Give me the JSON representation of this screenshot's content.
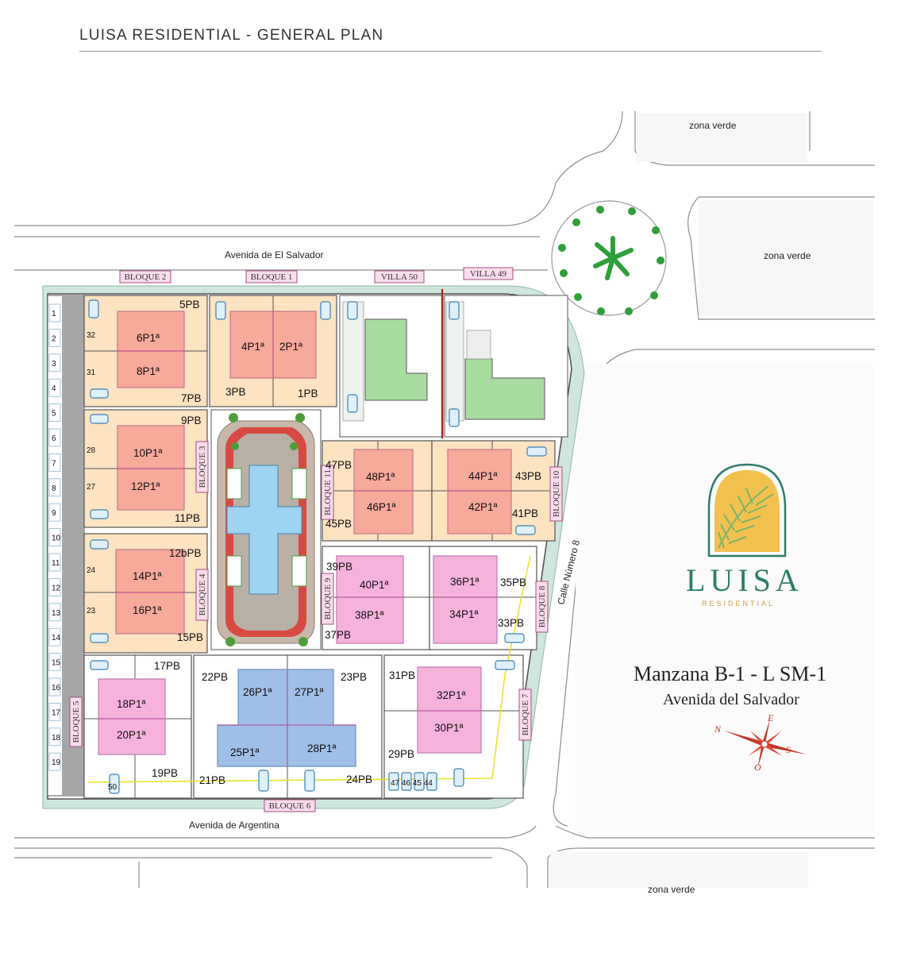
{
  "header": {
    "title": "LUISA RESIDENTIAL - GENERAL PLAN"
  },
  "streets": {
    "top": "Avenida   de   El Salvador",
    "bottom": "Avenida   de   Argentina",
    "right": "Calle  Número  8"
  },
  "zones": {
    "top": "zona verde",
    "right": "zona verde",
    "bottom": "zona verde"
  },
  "blocks": {
    "b1": "BLOQUE 1",
    "b2": "BLOQUE 2",
    "b3": "BLOQUE 3",
    "b4": "BLOQUE 4",
    "b5": "BLOQUE 5",
    "b6": "BLOQUE 6",
    "b7": "BLOQUE 7",
    "b8": "BLOQUE 8",
    "b9": "BLOQUE 9",
    "b10": "BLOQUE 10",
    "b11": "BLOQUE 11",
    "v49": "VILLA 49",
    "v50": "VILLA 50"
  },
  "units": {
    "u5pb": "5PB",
    "u6p1": "6P1ª",
    "u8p1": "8P1ª",
    "u7pb": "7PB",
    "u4p1": "4P1ª",
    "u2p1": "2P1ª",
    "u3pb": "3PB",
    "u1pb": "1PB",
    "u9pb": "9PB",
    "u10p1": "10P1ª",
    "u12p1": "12P1ª",
    "u11pb": "11PB",
    "u12bpb": "12bPB",
    "u14p1": "14P1ª",
    "u16p1": "16P1ª",
    "u15pb": "15PB",
    "u47pb": "47PB",
    "u48p1": "48P1ª",
    "u46p1": "46P1ª",
    "u45pb": "45PB",
    "u44p1": "44P1ª",
    "u42p1": "42P1ª",
    "u43pb": "43PB",
    "u41pb": "41PB",
    "u39pb": "39PB",
    "u40p1": "40P1ª",
    "u38p1": "38P1ª",
    "u37pb": "37PB",
    "u36p1": "36P1ª",
    "u34p1": "34P1ª",
    "u35pb": "35PB",
    "u33pb": "33PB",
    "u17pb": "17PB",
    "u18p1": "18P1ª",
    "u20p1": "20P1ª",
    "u19pb": "19PB",
    "u22pb": "22PB",
    "u26p1": "26P1ª",
    "u27p1": "27P1ª",
    "u23pb": "23PB",
    "u25p1": "25P1ª",
    "u28p1": "28P1ª",
    "u21pb": "21PB",
    "u24pb": "24PB",
    "u31pb": "31PB",
    "u32p1": "32P1ª",
    "u30p1": "30P1ª",
    "u29pb": "29PB"
  },
  "parking": {
    "left_column": [
      "1",
      "2",
      "3",
      "4",
      "5",
      "6",
      "7",
      "8",
      "9",
      "10",
      "11",
      "12",
      "13",
      "14",
      "15",
      "16",
      "17",
      "18",
      "19"
    ],
    "p32": "32",
    "p31": "31",
    "p28": "28",
    "p27": "27",
    "p24": "24",
    "p23": "23",
    "p50": "50",
    "bottom_row": "47 46 45 44"
  },
  "info": {
    "line1": "Manzana B-1 - L   SM-1",
    "line2": "Avenida del Salvador"
  },
  "logo": {
    "name": "LUISA",
    "tagline": "RESIDENTIAL"
  },
  "compass": {
    "n": "N",
    "e": "E",
    "s": "S",
    "o": "O"
  },
  "colors": {
    "orange_lot": "#fde3c0",
    "salmon_house": "#f7a99a",
    "pink_house": "#f5b3dc",
    "blue_house": "#9fbfe6",
    "green": "#a9dca0",
    "pool": "#9fd3f2",
    "tag_bg": "#fadcec",
    "kerb": "#cfe6dd"
  }
}
